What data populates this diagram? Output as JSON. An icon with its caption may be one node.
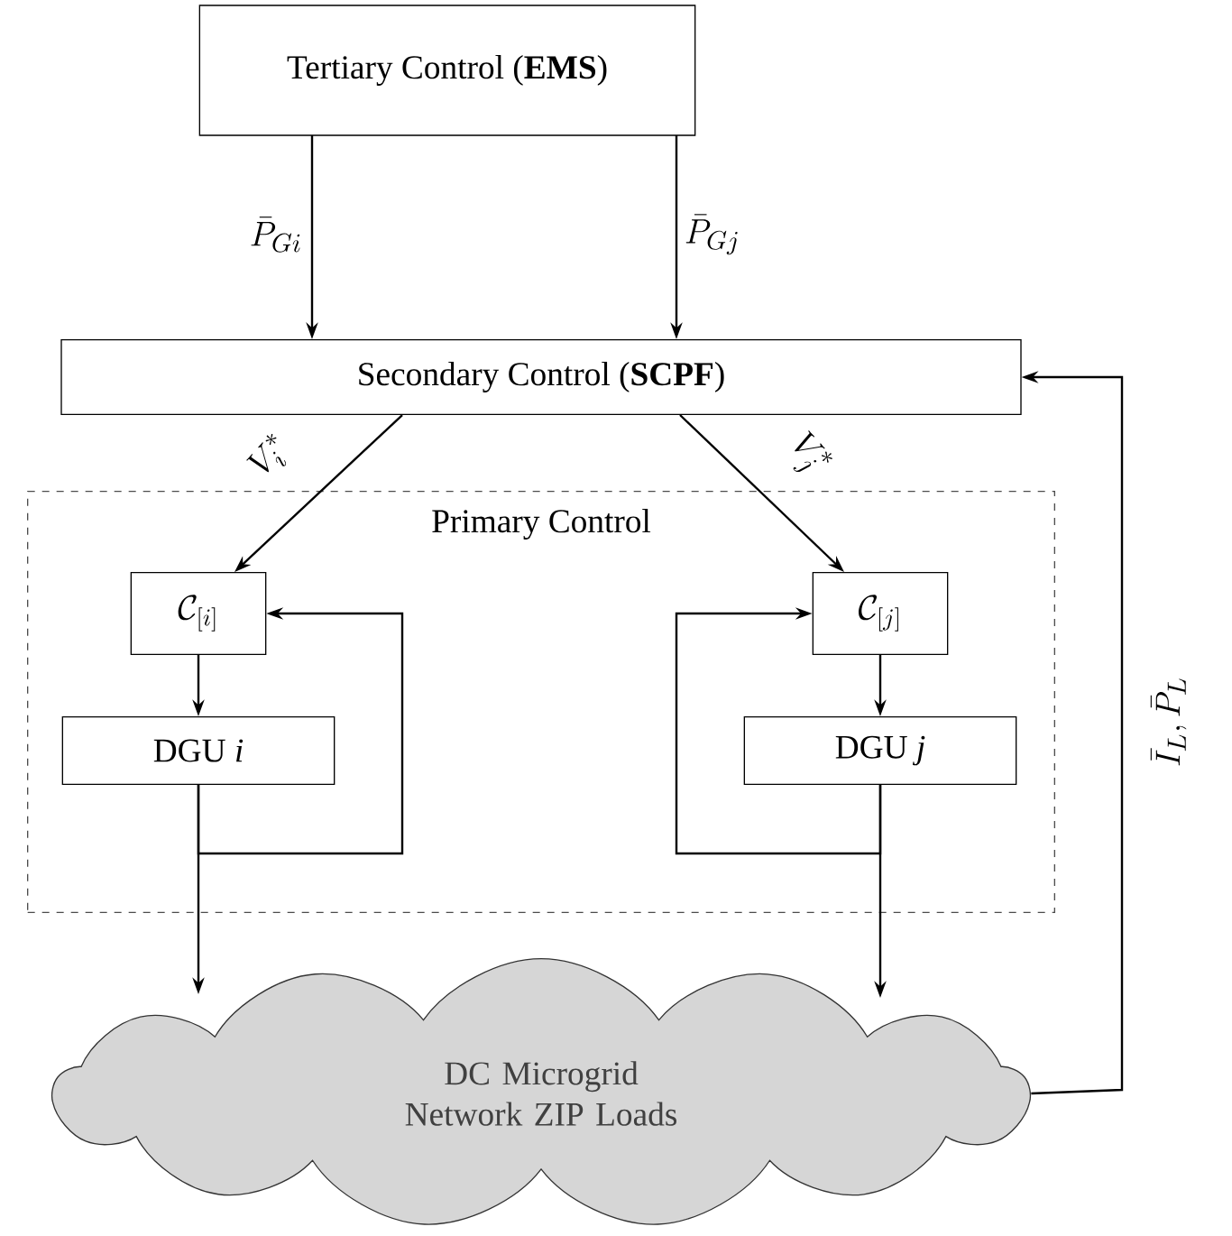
{
  "diagram": {
    "nodes": [
      {
        "text": [
          "Tertiary Control (**EMS**)"
        ]
      },
      {
        "text": [
          "Secondary Control (**SCPF**)"
        ]
      },
      {
        "text": [
          "Primary Control"
        ]
      },
      {
        "text": [
          "\\mathcal{C}_{[i]}"
        ],
        "in": 2
      },
      {
        "text": [
          "DGU *i*"
        ],
        "in": 2
      },
      {
        "text": [
          "\\mathcal{C}_{[j]}"
        ],
        "in": 2
      },
      {
        "text": [
          "DGU *j*"
        ],
        "in": 2
      },
      {
        "text": [
          "DC Microgrid Network ZIP Loads"
        ]
      }
    ],
    "edges": [
      {
        "from": 0,
        "to": 1,
        "arrow": "to",
        "label": "\\bar{P}_{Gi}"
      },
      {
        "from": 0,
        "to": 1,
        "arrow": "to",
        "label": "\\bar{P}_{Gj}"
      },
      {
        "from": 1,
        "to": 3,
        "arrow": "to",
        "label": "V_i^*"
      },
      {
        "from": 1,
        "to": 5,
        "arrow": "to",
        "label": "V_j^*"
      },
      {
        "from": 3,
        "to": 4,
        "arrow": "to"
      },
      {
        "from": 5,
        "to": 6,
        "arrow": "to"
      },
      {
        "from": 4,
        "to": 3,
        "arrow": "to"
      },
      {
        "from": 6,
        "to": 5,
        "arrow": "to"
      },
      {
        "from": 4,
        "to": 7,
        "arrow": "to"
      },
      {
        "from": 6,
        "to": 7,
        "arrow": "to"
      },
      {
        "from": 7,
        "to": 1,
        "arrow": "to",
        "label": "\\bar{I}_L,\\bar{P}_L"
      }
    ]
  }
}
